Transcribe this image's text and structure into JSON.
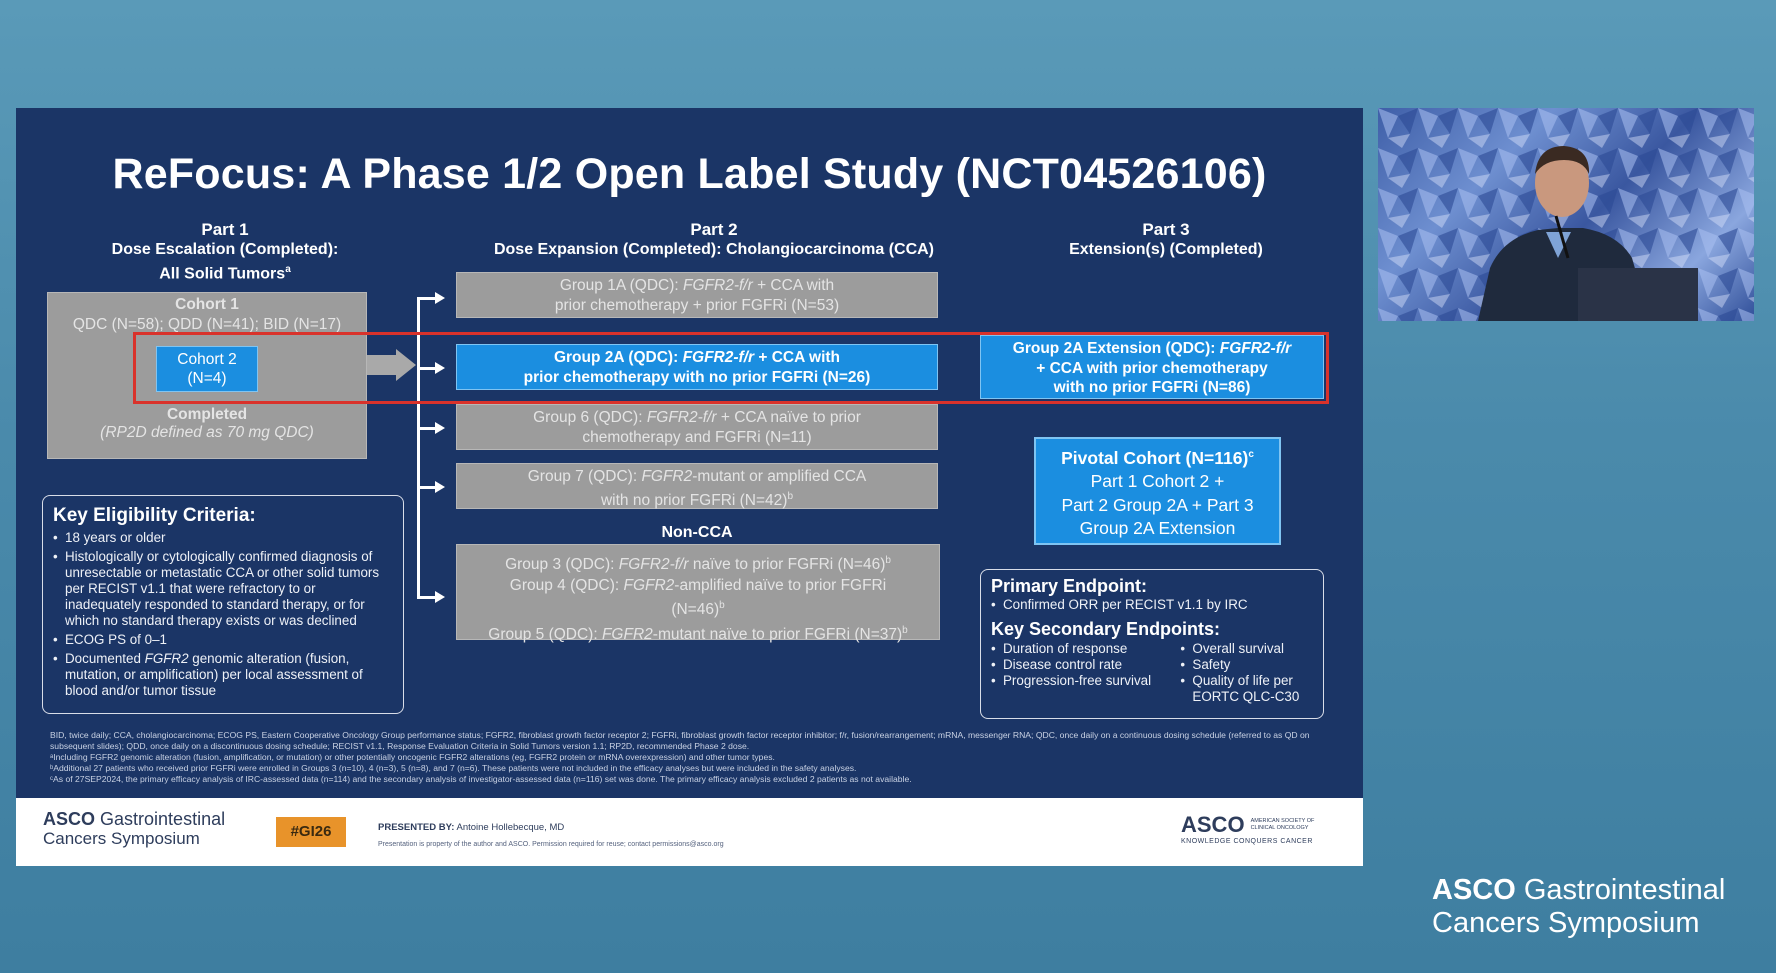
{
  "slide": {
    "title": "ReFocus: A Phase 1/2 Open Label Study (NCT04526106)",
    "part1": {
      "heading": "Part 1",
      "sub1": "Dose Escalation (Completed):",
      "sub2": "All Solid Tumors",
      "sub2_sup": "a",
      "cohort1_label": "Cohort 1",
      "cohort1_doses": "QDC (N=58); QDD (N=41); BID (N=17)",
      "cohort2_label": "Cohort 2",
      "cohort2_n": "(N=4)",
      "completed_label": "Completed",
      "rp2d": "(RP2D defined as 70 mg QDC)"
    },
    "part2": {
      "heading": "Part 2",
      "sub": "Dose Expansion (Completed): Cholangiocarcinoma (CCA)",
      "group1a_l1_pre": "Group 1A (QDC): ",
      "group1a_l1_it": "FGFR2-f/r",
      "group1a_l1_post": " + CCA with",
      "group1a_l2": "prior chemotherapy + prior FGFRi (N=53)",
      "group2a_l1_pre": "Group 2A (QDC): ",
      "group2a_l1_it": "FGFR2-f/r",
      "group2a_l1_post": " + CCA with",
      "group2a_l2": "prior chemotherapy with no prior FGFRi (N=26)",
      "group6_l1_pre": "Group 6 (QDC): ",
      "group6_l1_it": "FGFR2-f/r",
      "group6_l1_post": " + CCA naïve to prior",
      "group6_l2": "chemotherapy and FGFRi (N=11)",
      "group7_l1_pre": "Group 7 (QDC): ",
      "group7_l1_it": "FGFR2",
      "group7_l1_post": "-mutant or amplified CCA",
      "group7_l2": "with no prior FGFRi (N=42)",
      "group7_sup": "b",
      "non_cca": "Non-CCA",
      "group3_pre": "Group 3 (QDC): ",
      "group3_it": "FGFR2-f/r",
      "group3_post": " naïve to prior FGFRi (N=46)",
      "group3_sup": "b",
      "group4_pre": "Group 4 (QDC): ",
      "group4_it": "FGFR2",
      "group4_post": "-amplified naïve to prior FGFRi",
      "group4_l2": "(N=46)",
      "group4_sup": "b",
      "group5_pre": "Group 5 (QDC): ",
      "group5_it": "FGFR2",
      "group5_post": "-mutant naïve to prior FGFRi (N=37)",
      "group5_sup": "b"
    },
    "part3": {
      "heading": "Part 3",
      "sub": "Extension(s) (Completed)",
      "ext_l1_pre": "Group 2A Extension (QDC): ",
      "ext_l1_it": "FGFR2-f/r",
      "ext_l2": "+ CCA with prior chemotherapy",
      "ext_l3": "with no prior FGFRi (N=86)",
      "pivotal_l1": "Pivotal Cohort (N=116)",
      "pivotal_sup": "c",
      "pivotal_l2": "Part 1 Cohort 2 +",
      "pivotal_l3": "Part 2 Group 2A + Part 3",
      "pivotal_l4": "Group 2A Extension"
    },
    "eligibility": {
      "title": "Key Eligibility Criteria:",
      "items": [
        "18 years or older",
        "Histologically or cytologically confirmed diagnosis of unresectable or metastatic CCA or other solid tumors per RECIST v1.1 that were refractory to or inadequately responded to standard therapy, or for which no standard therapy exists or was declined",
        "ECOG PS of 0–1"
      ],
      "item4_pre": "Documented ",
      "item4_it": "FGFR2",
      "item4_post": " genomic alteration (fusion, mutation, or amplification) per local assessment of blood and/or tumor tissue"
    },
    "endpoints": {
      "primary_title": "Primary Endpoint:",
      "primary_item": "Confirmed ORR per RECIST v1.1 by IRC",
      "secondary_title": "Key Secondary Endpoints:",
      "secondary_left": [
        "Duration of response",
        "Disease control rate",
        "Progression-free survival"
      ],
      "secondary_right": [
        "Overall survival",
        "Safety",
        "Quality of life per EORTC QLC-C30"
      ]
    },
    "footnotes": [
      "BID, twice daily; CCA, cholangiocarcinoma; ECOG PS, Eastern Cooperative Oncology Group performance status; FGFR2, fibroblast growth factor receptor 2; FGFRi, fibroblast growth factor receptor inhibitor; f/r, fusion/rearrangement; mRNA, messenger RNA; QDC, once daily on a continuous dosing schedule (referred to as QD on subsequent slides); QDD, once daily on a discontinuous dosing schedule; RECIST v1.1, Response Evaluation Criteria in Solid Tumors version 1.1; RP2D, recommended Phase 2 dose.",
      "ᵃIncluding FGFR2 genomic alteration (fusion, amplification, or mutation) or other potentially oncogenic FGFR2 alterations (eg, FGFR2 protein or mRNA overexpression) and other tumor types.",
      "ᵇAdditional 27 patients who received prior FGFRi were enrolled in Groups 3 (n=10), 4 (n=3), 5 (n=8), and 7 (n=6). These patients were not included in the efficacy analyses but were included in the safety analyses.",
      "ᶜAs of 27SEP2024, the primary efficacy analysis of IRC-assessed data (n=114) and the secondary analysis of investigator-assessed data (n=116) set was done. The primary efficacy analysis excluded 2 patients as not available."
    ],
    "footer": {
      "asco_word": "ASCO",
      "gi_line1": "Gastrointestinal",
      "gi_line2": "Cancers Symposium",
      "hashtag": "#GI26",
      "presented_by_label": "PRESENTED BY:",
      "presenter": "Antoine Hollebecque, MD",
      "property_note": "Presentation is property of the author and ASCO. Permission required for reuse; contact permissions@asco.org",
      "asco_logo": "ASCO",
      "asco_logo_small1": "AMERICAN SOCIETY OF",
      "asco_logo_small2": "CLINICAL ONCOLOGY",
      "asco_tagline": "KNOWLEDGE CONQUERS CANCER"
    }
  },
  "brand": {
    "asco_word": "ASCO",
    "gi_line1": "Gastrointestinal",
    "gi_line2": "Cancers Symposium"
  },
  "colors": {
    "slide_bg": "#1b3566",
    "highlight_box": "#1b8ee0",
    "inactive_box": "#9c9c9c",
    "red_outline": "#d9322b",
    "hashtag_bg": "#e8932a"
  }
}
